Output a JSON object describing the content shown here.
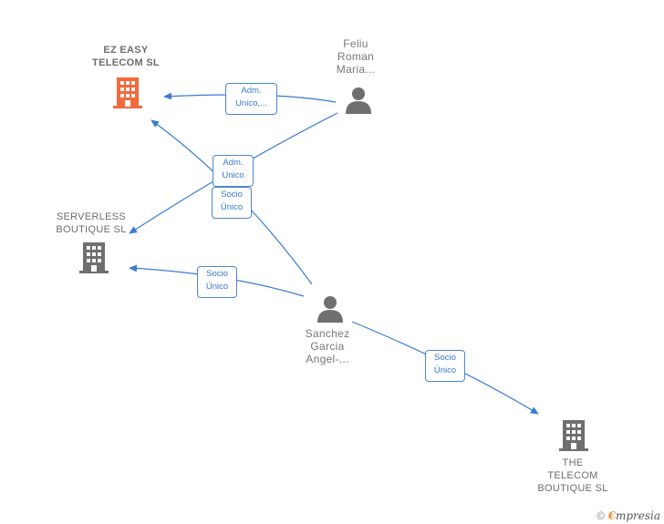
{
  "nodes": {
    "ez_easy": {
      "lines": [
        "EZ EASY",
        "TELECOM  SL"
      ],
      "color": "#f26a3d"
    },
    "serverless": {
      "lines": [
        "SERVERLESS",
        "BOUTIQUE  SL"
      ],
      "color": "#6f6f6f"
    },
    "the_telecom": {
      "lines": [
        "THE",
        "TELECOM",
        "BOUTIQUE  SL"
      ],
      "color": "#6f6f6f"
    },
    "feliu": {
      "lines": [
        "Feliu",
        "Roman",
        "Maria..."
      ],
      "color": "#6f6f6f"
    },
    "sanchez": {
      "lines": [
        "Sanchez",
        "Garcia",
        "Angel-..."
      ],
      "color": "#6f6f6f"
    }
  },
  "edges": {
    "feliu_ez": {
      "lines": [
        "Adm.",
        "Unico,..."
      ]
    },
    "feliu_serverless": {
      "lines": [
        "Adm.",
        "Unico"
      ]
    },
    "sanchez_ez": {
      "lines": [
        "Socio",
        "Único"
      ]
    },
    "sanchez_serverless": {
      "lines": [
        "Socio",
        "Único"
      ]
    },
    "sanchez_telecom": {
      "lines": [
        "Socio",
        "Único"
      ]
    }
  },
  "edge_color": "#3a7bd5",
  "watermark": {
    "symbol": "©",
    "brand_first": "€",
    "brand_rest": "mpresia"
  }
}
